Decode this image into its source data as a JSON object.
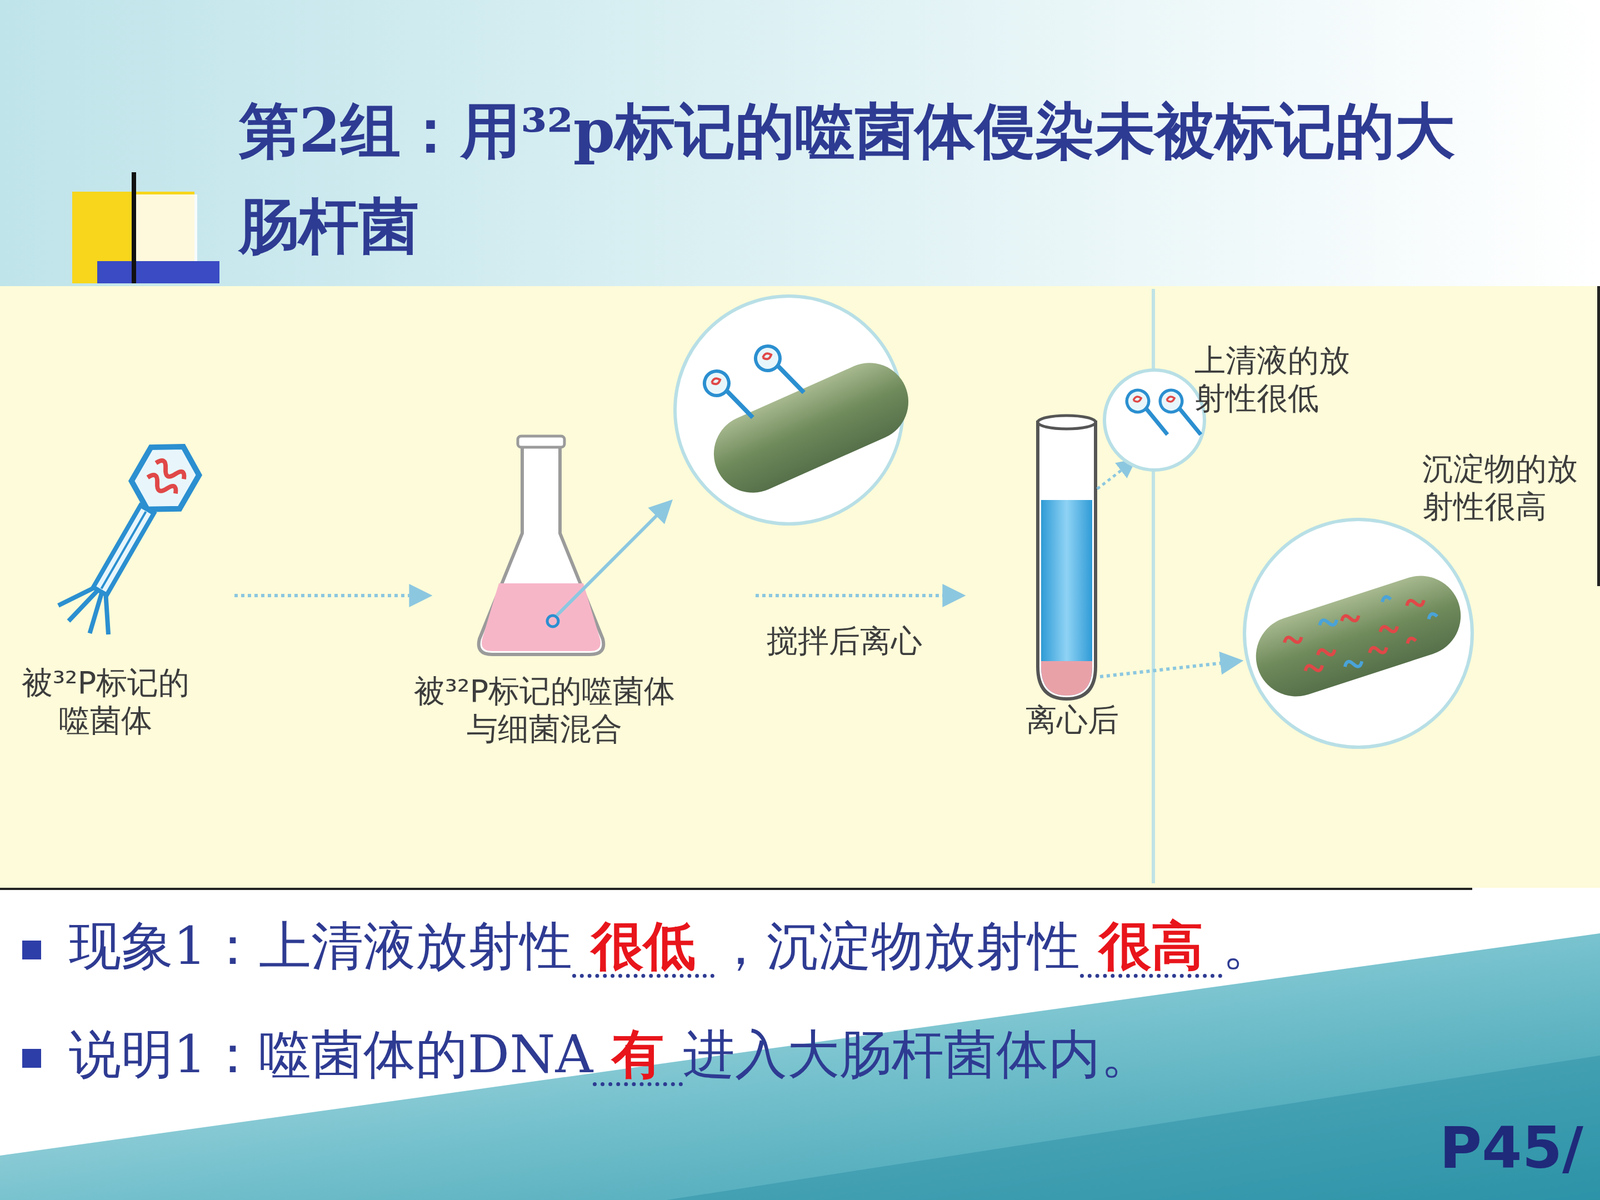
{
  "diagram": {
    "title": "第2组：用³²p标记的噬菌体侵染未被标记的大肠杆菌",
    "labels": [
      "被³²P标记的噬菌体",
      "被³²P标记的噬菌体与细菌混合",
      "搅拌后离心",
      "离心后",
      "上清液的放射性很低",
      "沉淀物的放射性很高",
      "现象1：上清液放射性",
      "很低",
      "，沉淀物放射性",
      "很高",
      "。",
      "说明1：噬菌体的DNA",
      "有",
      "进入大肠杆菌体内。",
      "P45/"
    ]
  }
}
